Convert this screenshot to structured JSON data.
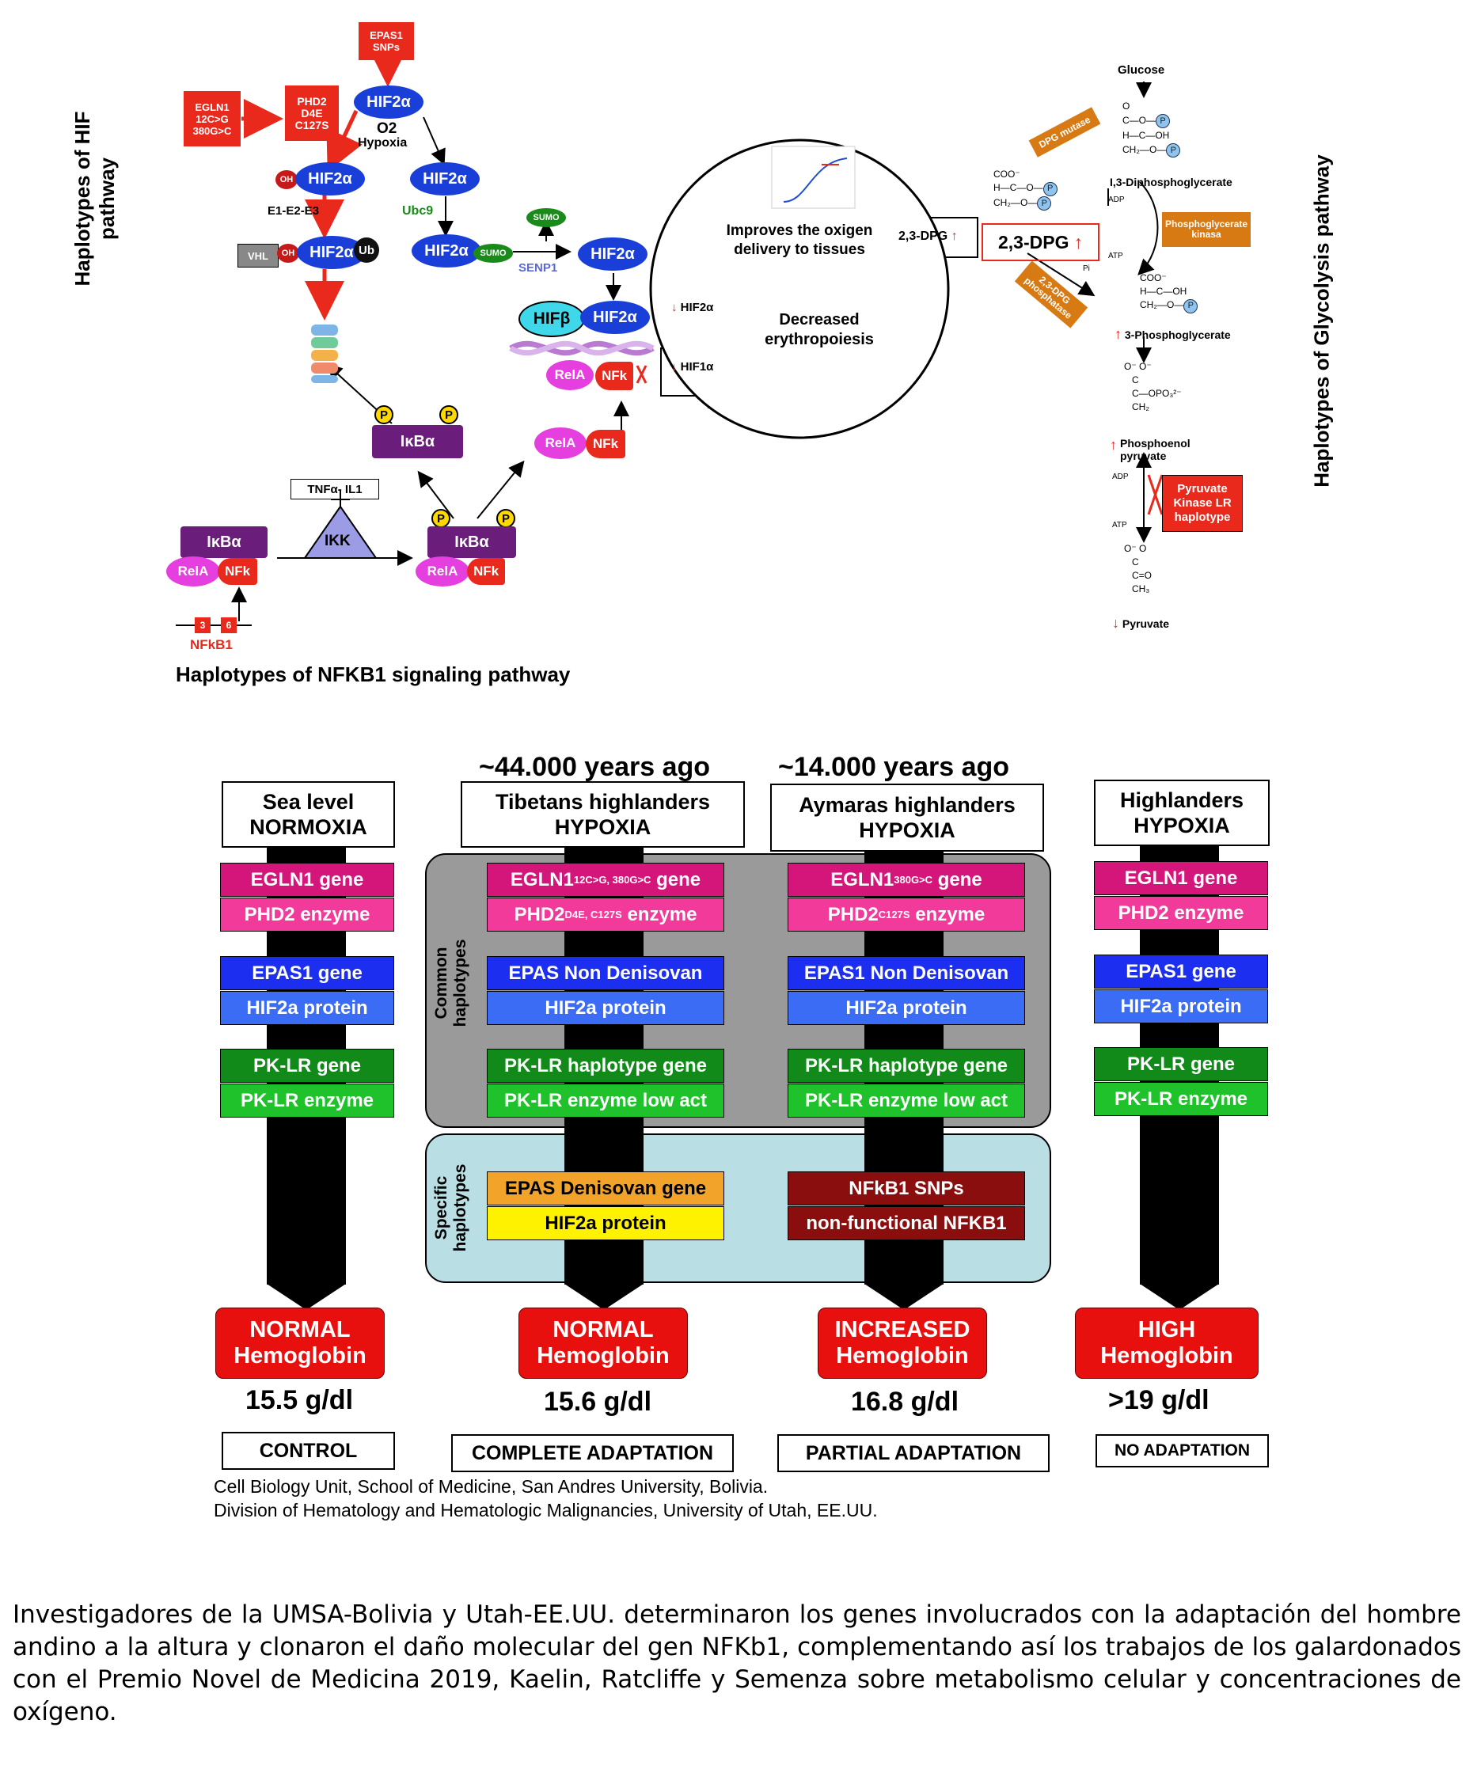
{
  "top": {
    "hif_side": "Haplotypes of HIF pathway",
    "glyco_side": "Haplotypes of Glycolysis pathway",
    "nfkb_title": "Haplotypes of NFKB1 signaling  pathway",
    "epas1_snps": "EPAS1\nSNPs",
    "egln1": "EGLN1\n12C>G\n380G>C",
    "phd2": "PHD2\nD4E\nC127S",
    "hif2a": "HIF2α",
    "o2": "O2",
    "hypoxia": "Hypoxia",
    "oh": "OH",
    "ub": "Ub",
    "vhl": "VHL",
    "e1e2e3": "E1-E2-E3",
    "ubc9": "Ubc9",
    "sumo": "SUMO",
    "senp1": "SENP1",
    "hifb": "HIFβ",
    "rela": "RelA",
    "nfk": "NFk",
    "p": "P",
    "ikba": "IκBα",
    "ikk": "IKK",
    "tnf": "TNFα- IL1",
    "plus": "+",
    "nfkb1": "NFkB1",
    "ex3": "3",
    "ex6": "6",
    "hif2a_down": "HIF2α",
    "hif1a_down": "HIF1α",
    "improves": "Improves the oxigen\ndelivery to tissues",
    "decreased": "Decreased\nerythropoiesis",
    "dpg_small": "2,3-DPG",
    "dpg_big": "2,3-DPG",
    "glucose": "Glucose",
    "dpg_mutase": "DPG mutase",
    "bpg": "I,3-Diphosphoglycerate",
    "pgk": "Phosphoglycerate\nkinasa",
    "dpg_phos": "2,3-DPG\nphosphatase",
    "pg3": "3-Phosphoglycerate",
    "pep": "Phosphoenol\npyruvate",
    "pklr": "Pyruvate\nKinase LR\nhaplotype",
    "pyruvate": "Pyruvate",
    "adp": "ADP",
    "atp": "ATP",
    "pi": "Pi"
  },
  "columns": {
    "years1": "~44.000 years ago",
    "years2": "~14.000 years ago",
    "common": "Common\nhaplotypes",
    "specific": "Specific\nhaplotypes",
    "items": [
      {
        "header": [
          "Sea level",
          "NORMOXIA"
        ],
        "egln": "EGLN1 gene",
        "phd": "PHD2 enzyme",
        "epas": "EPAS1 gene",
        "hif": "HIF2a protein",
        "pk": "PK-LR gene",
        "pke": "PK-LR enzyme",
        "hb": [
          "NORMAL",
          "Hemoglobin"
        ],
        "value": "15.5 g/dl",
        "label": "CONTROL"
      },
      {
        "header": [
          "Tibetans highlanders",
          "HYPOXIA"
        ],
        "egln": "EGLN1",
        "egln_sup": "12C>G, 380G>C",
        "egln_tail": " gene",
        "phd": "PHD2",
        "phd_sup": "D4E, C127S",
        "phd_tail": " enzyme",
        "epas": "EPAS Non Denisovan",
        "hif": "HIF2a protein",
        "pk": "PK-LR haplotype gene",
        "pke": "PK-LR enzyme low act",
        "spec1": "EPAS Denisovan gene",
        "spec2": "HIF2a protein",
        "hb": [
          "NORMAL",
          "Hemoglobin"
        ],
        "value": "15.6 g/dl",
        "label": "COMPLETE ADAPTATION"
      },
      {
        "header": [
          "Aymaras highlanders",
          "HYPOXIA"
        ],
        "egln": "EGLN1",
        "egln_sup": "380G>C",
        "egln_tail": " gene",
        "phd": "PHD2",
        "phd_sup": "C127S",
        "phd_tail": " enzyme",
        "epas": "EPAS1 Non Denisovan",
        "hif": "HIF2a protein",
        "pk": "PK-LR haplotype gene",
        "pke": "PK-LR enzyme low act",
        "spec1": "NFkB1 SNPs",
        "spec2": "non-functional NFKB1",
        "hb": [
          "INCREASED",
          "Hemoglobin"
        ],
        "value": "16.8 g/dl",
        "label": "PARTIAL ADAPTATION"
      },
      {
        "header": [
          "Highlanders",
          "HYPOXIA"
        ],
        "egln": "EGLN1 gene",
        "phd": "PHD2 enzyme",
        "epas": "EPAS1 gene",
        "hif": "HIF2a protein",
        "pk": "PK-LR gene",
        "pke": "PK-LR enzyme",
        "hb": [
          "HIGH",
          "Hemoglobin"
        ],
        "value": ">19 g/dl",
        "label": "NO ADAPTATION"
      }
    ],
    "credit1": "Cell Biology Unit, School of Medicine, San Andres University, Bolivia.",
    "credit2": "Division of Hematology and Hematologic Malignancies, University of Utah, EE.UU."
  },
  "caption": "Investigadores de la UMSA-Bolivia y Utah-EE.UU. determinaron los genes involucrados con la adaptación del hombre andino a la altura y clonaron el daño molecular del gen NFKb1, complementando así los trabajos de los galardonados con el Premio Novel de Medicina 2019, Kaelin, Ratcliffe y Semenza sobre metabolismo celular y concentraciones de oxígeno.",
  "colors": {
    "egln": "#d4157a",
    "phd": "#f23a9a",
    "epas": "#1c2ff0",
    "hif": "#3a6cf5",
    "pk": "#118a1a",
    "pke": "#1fc22a",
    "den": "#f2a42a",
    "yellow": "#fff200",
    "nfkb": "#8b0e0e",
    "common_bg": "#9a9a9a",
    "specific_bg": "#b9dfe4",
    "hb": "#e8100e"
  }
}
